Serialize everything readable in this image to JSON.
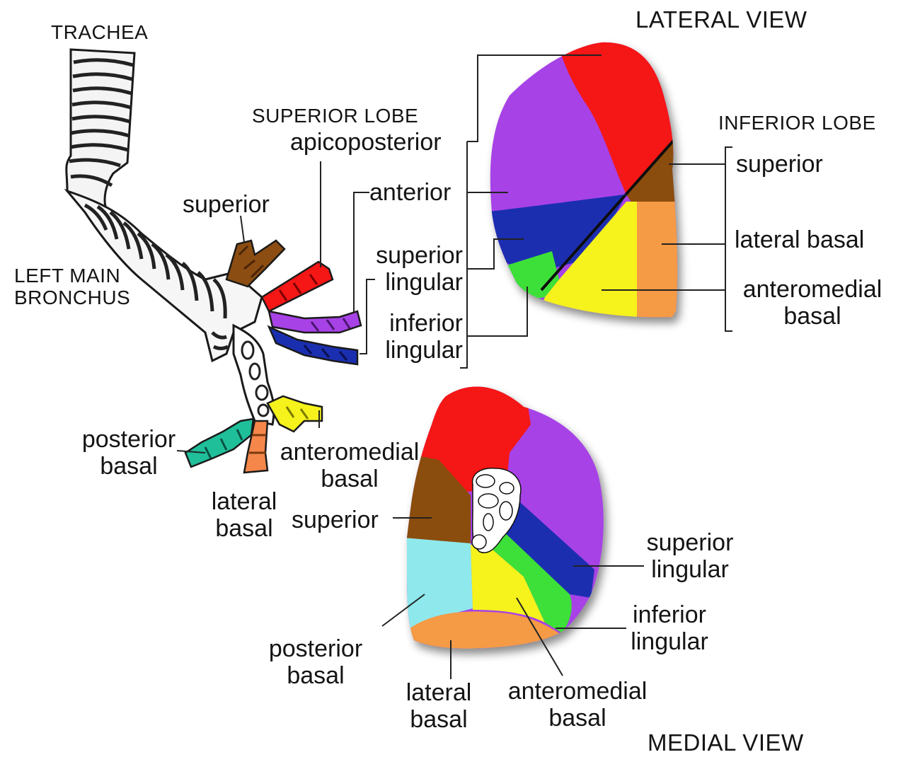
{
  "views": {
    "lateral": "LATERAL VIEW",
    "medial": "MEDIAL VIEW"
  },
  "airway": {
    "trachea": "TRACHEA",
    "left_main_bronchus": [
      "LEFT MAIN",
      "BRONCHUS"
    ],
    "superior": "superior",
    "posterior_basal": [
      "posterior",
      "basal"
    ],
    "lateral_basal": [
      "lateral",
      "basal"
    ],
    "anteromedial_basal": [
      "anteromedial",
      "basal"
    ]
  },
  "superior_lobe": {
    "heading": "SUPERIOR LOBE",
    "apicoposterior": "apicoposterior",
    "anterior": "anterior",
    "superior_lingular": [
      "superior",
      "lingular"
    ],
    "inferior_lingular": [
      "inferior",
      "lingular"
    ]
  },
  "inferior_lobe": {
    "heading": "INFERIOR LOBE",
    "superior": "superior",
    "lateral_basal": "lateral basal",
    "anteromedial_basal": [
      "anteromedial",
      "basal"
    ]
  },
  "medial": {
    "superior": "superior",
    "superior_lingular": [
      "superior",
      "lingular"
    ],
    "inferior_lingular": [
      "inferior",
      "lingular"
    ],
    "posterior_basal": [
      "posterior",
      "basal"
    ],
    "lateral_basal": [
      "lateral",
      "basal"
    ],
    "anteromedial_basal": [
      "anteromedial",
      "basal"
    ]
  },
  "segment_colors": {
    "apicoposterior": "#f51616",
    "anterior": "#a742e6",
    "superior_lingular": "#1a2fb0",
    "inferior_lingular": "#3de037",
    "superior_inferior_lobe": "#8b4d11",
    "lateral_basal": "#f59a45",
    "anteromedial_basal": "#f5f21c",
    "posterior_basal": "#8ee8ec"
  }
}
